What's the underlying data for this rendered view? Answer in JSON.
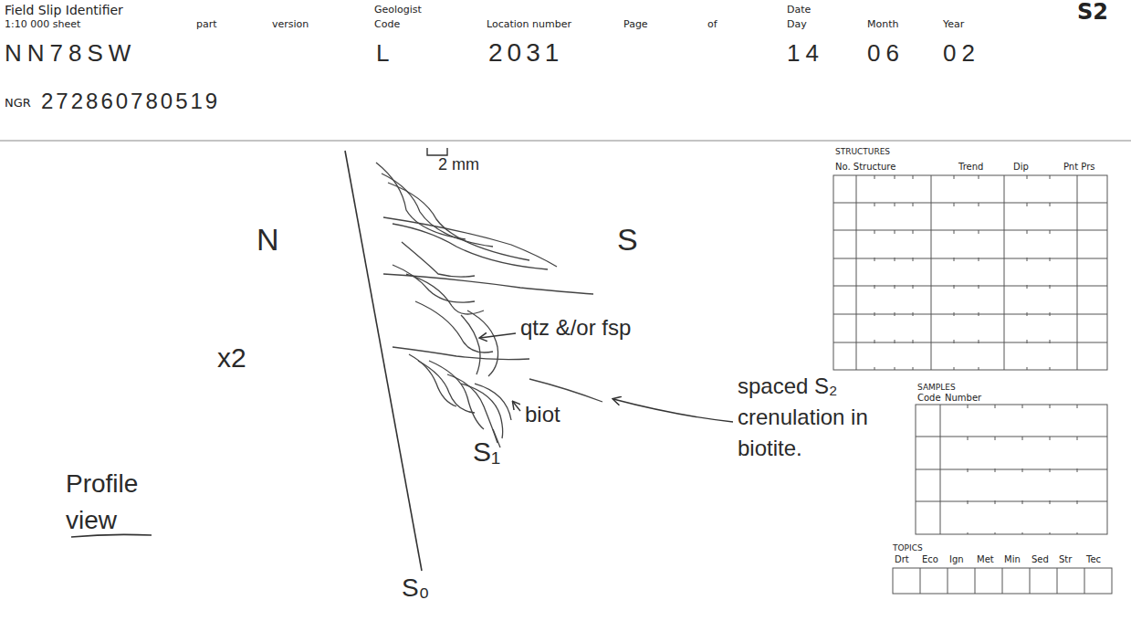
{
  "diagram": {
    "labels": [
      "Field Slip Identifier",
      "1:10 000 sheet",
      "part",
      "version",
      "Geologist",
      "Code",
      "Location number",
      "Page",
      "of",
      "Date",
      "Day",
      "Month",
      "Year",
      "S2",
      "NN78SW",
      "L",
      "2031",
      "14",
      "06",
      "02",
      "NGR",
      "272860780519",
      "2 mm",
      "N",
      "S",
      "x2",
      "qtz &/or fsp",
      "spaced S₂ crenulation in biotite.",
      "biot",
      "S₁",
      "Profile view",
      "S₀",
      "STRUCTURES",
      "No. Structure",
      "Trend",
      "Dip",
      "Pnt Prs",
      "SAMPLES",
      "Code",
      "Number",
      "TOPICS",
      "Drt",
      "Eco",
      "Ign",
      "Met",
      "Min",
      "Sed",
      "Str",
      "Tec"
    ]
  }
}
